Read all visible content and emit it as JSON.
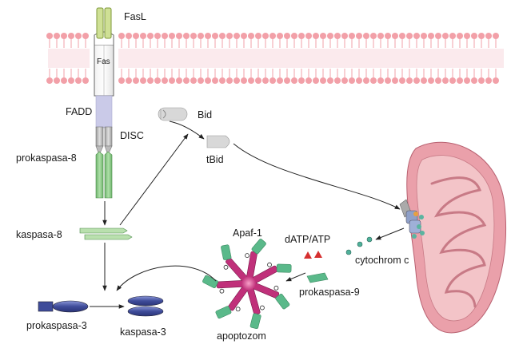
{
  "labels": {
    "fasl": "FasL",
    "fas": "Fas",
    "fadd": "FADD",
    "disc": "DISC",
    "prokaspasa8": "prokaspasa-8",
    "kaspasa8": "kaspasa-8",
    "bid": "Bid",
    "tbid": "tBid",
    "apaf1": "Apaf-1",
    "datp": "dATP/ATP",
    "cytochrom": "cytochrom c",
    "prokaspasa9": "prokaspasa-9",
    "apoptozom": "apoptozom",
    "prokaspasa3": "prokaspasa-3",
    "kaspasa3": "kaspasa-3"
  },
  "colors": {
    "membrane": "#f2a0a8",
    "fasl": "#c8dc8a",
    "fadd": "#c9c9e6",
    "disc": "#a8a8a8",
    "caspase8": "#8cc98a",
    "caspase3": "#4a5aa8",
    "mito": "#e9a0aa",
    "apaf": "#c0307a",
    "cyt": "#4fb09a",
    "triangle": "#d63030"
  }
}
